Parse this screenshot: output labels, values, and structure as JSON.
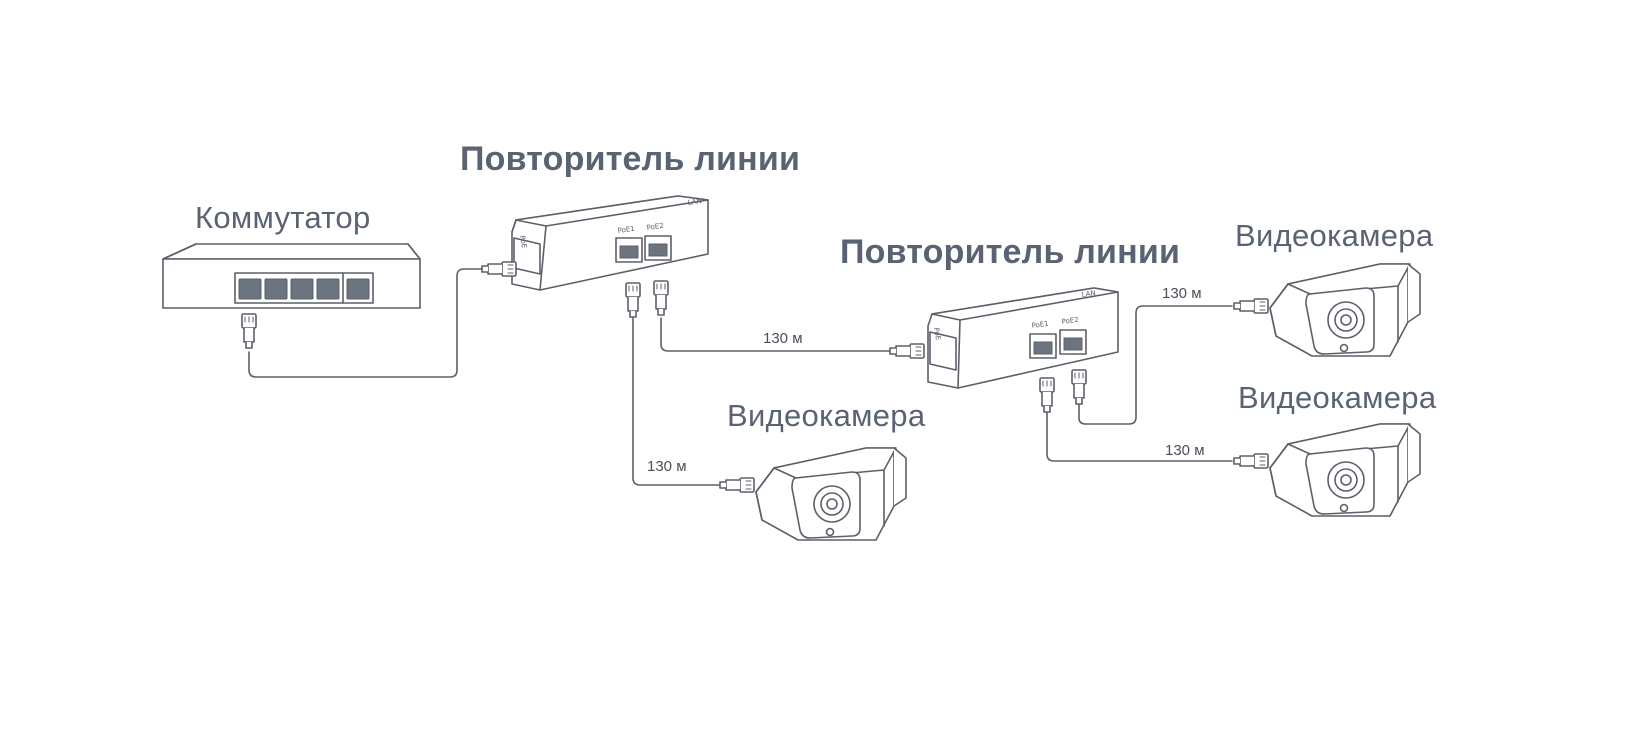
{
  "labels": {
    "repeater_1": "Повторитель линии",
    "repeater_2": "Повторитель линии",
    "switch": "Коммутатор",
    "camera_1": "Видеокамера",
    "camera_2": "Видеокамера",
    "camera_3": "Видеокамера"
  },
  "distances": {
    "repeater1_to_repeater2": "130 м",
    "repeater1_to_camera1": "130 м",
    "repeater2_to_camera2": "130 м",
    "repeater2_to_camera3": "130 м"
  },
  "ports": {
    "in": "PoE",
    "out_1": "PoE1",
    "out_2": "PoE2",
    "side": "LAN"
  },
  "colors": {
    "stroke": "#5b6068",
    "label": "#5a6372",
    "port_fill": "#6c7480"
  }
}
